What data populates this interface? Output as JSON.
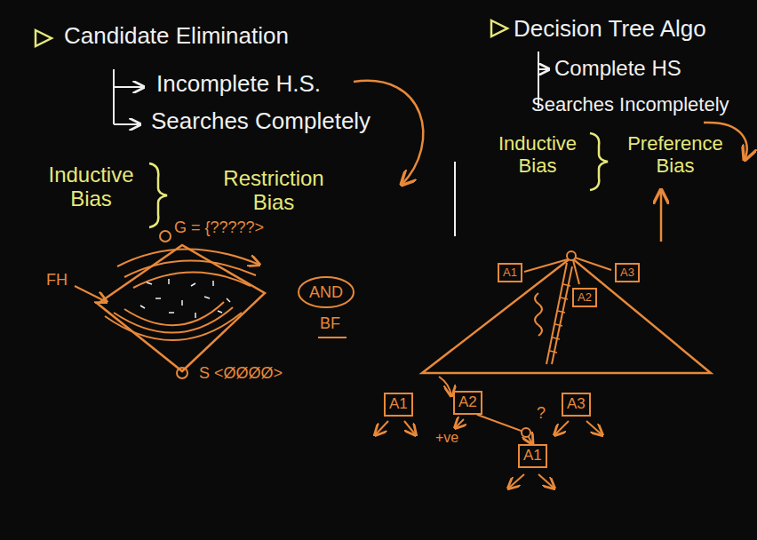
{
  "diagram": {
    "nodes": [
      {
        "text": [
          "A1"
        ]
      },
      {
        "text": [
          "A2"
        ]
      },
      {
        "text": [
          "A3"
        ]
      },
      {
        "text": [
          "A1"
        ]
      },
      {
        "text": [
          "A2"
        ]
      },
      {
        "text": [
          "A3"
        ]
      },
      {
        "text": [
          "A1"
        ]
      }
    ],
    "edges": [
      {
        "from": 4,
        "to": 6,
        "arrow": "to",
        "label": "?"
      }
    ],
    "labels": [
      "Candidate Elimination",
      "Incomplete H.S.",
      "Searches Completely",
      "Inductive Bias",
      "Restriction Bias",
      "G = {?????>",
      "FH",
      "S <ØØØØ>",
      "AND",
      "BF",
      "Decision Tree Algo",
      "Complete HS",
      "Searches Incompletely",
      "Inductive Bias",
      "Preference Bias",
      "+ve"
    ]
  }
}
